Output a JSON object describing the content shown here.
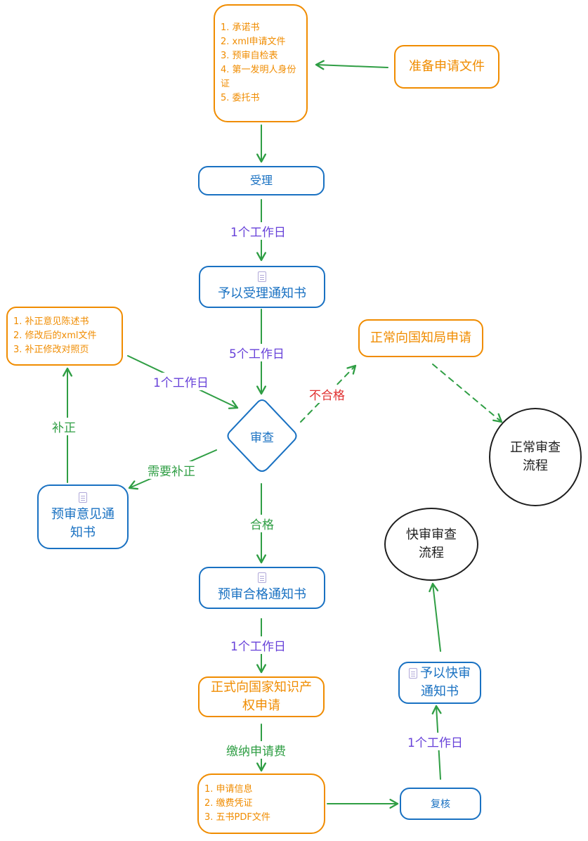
{
  "nodes": {
    "prepare_files": "准备申请文件",
    "files_list": [
      "1. 承诺书",
      "2. xml申请文件",
      "3. 预审自检表",
      "4. 第一发明人身份证",
      "5. 委托书"
    ],
    "accept": "受理",
    "accept_notice": "予以受理通知书",
    "review": "审查",
    "normal_apply": "正常向国知局申请",
    "normal_flow": "正常审查流程",
    "correction_list": [
      "1. 补正意见陈述书",
      "2. 修改后的xml文件",
      "3. 补正修改对照页"
    ],
    "pre_opinion_notice": "预审意见通知书",
    "pass_notice": "预审合格通知书",
    "formal_apply": "正式向国家知识产权申请",
    "payment_list": [
      "1. 申请信息",
      "2. 缴费凭证",
      "3. 五书PDF文件"
    ],
    "recheck": "复核",
    "fast_notice": "予以快审通知书",
    "fast_flow": "快审审查流程"
  },
  "edges": {
    "one_workday_a": "1个工作日",
    "five_workdays": "5个工作日",
    "one_workday_b": "1个工作日",
    "unqualified": "不合格",
    "needs_correction": "需要补正",
    "correction": "补正",
    "qualified": "合格",
    "one_workday_c": "1个工作日",
    "pay_fee": "缴纳申请费",
    "one_workday_d": "1个工作日"
  },
  "colors": {
    "blue": "#1971c2",
    "orange": "#f08c00",
    "green": "#2f9e44",
    "purple": "#6741d9",
    "red": "#e03131",
    "black": "#1e1e1e"
  }
}
